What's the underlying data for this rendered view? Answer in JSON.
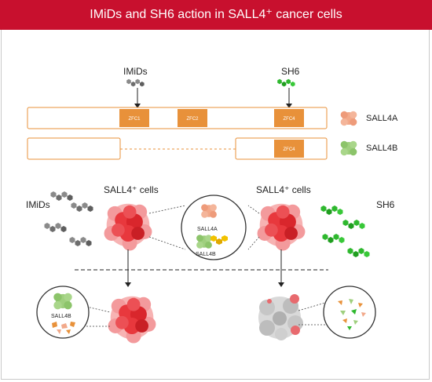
{
  "title": "IMiDs and SH6 action in SALL4⁺ cancer cells",
  "top": {
    "imids_label": "IMiDs",
    "sh6_label": "SH6",
    "domains": {
      "zfc1": "ZFC1",
      "zfc2": "ZFC2",
      "zfc4": "ZFC4"
    },
    "legend": {
      "sall4a": "SALL4A",
      "sall4b": "SALL4B"
    }
  },
  "middle": {
    "imids_label": "IMiDs",
    "sh6_label": "SH6",
    "cells_left": "SALL4⁺ cells",
    "cells_right": "SALL4⁺ cells",
    "zoom_sall4a": "SALL4A",
    "zoom_sall4b": "SALL4B"
  },
  "bottom": {
    "zoom_sall4b": "SALL4B"
  },
  "colors": {
    "banner": "#c8102e",
    "domain_box": "#e8913a",
    "sall4a": "#f2a98a",
    "sall4b": "#9fcf7e",
    "imid_molecule": "#8a8a8a",
    "sh6_molecule": "#2eb82e",
    "cell_cluster": "#e8383d",
    "dead_cells": "#bdbdbd"
  },
  "icons": [
    "imid-molecule-icon",
    "sh6-molecule-icon",
    "sall4a-protein-icon",
    "sall4b-protein-icon",
    "cell-cluster-icon",
    "degraded-cell-cluster-icon"
  ]
}
